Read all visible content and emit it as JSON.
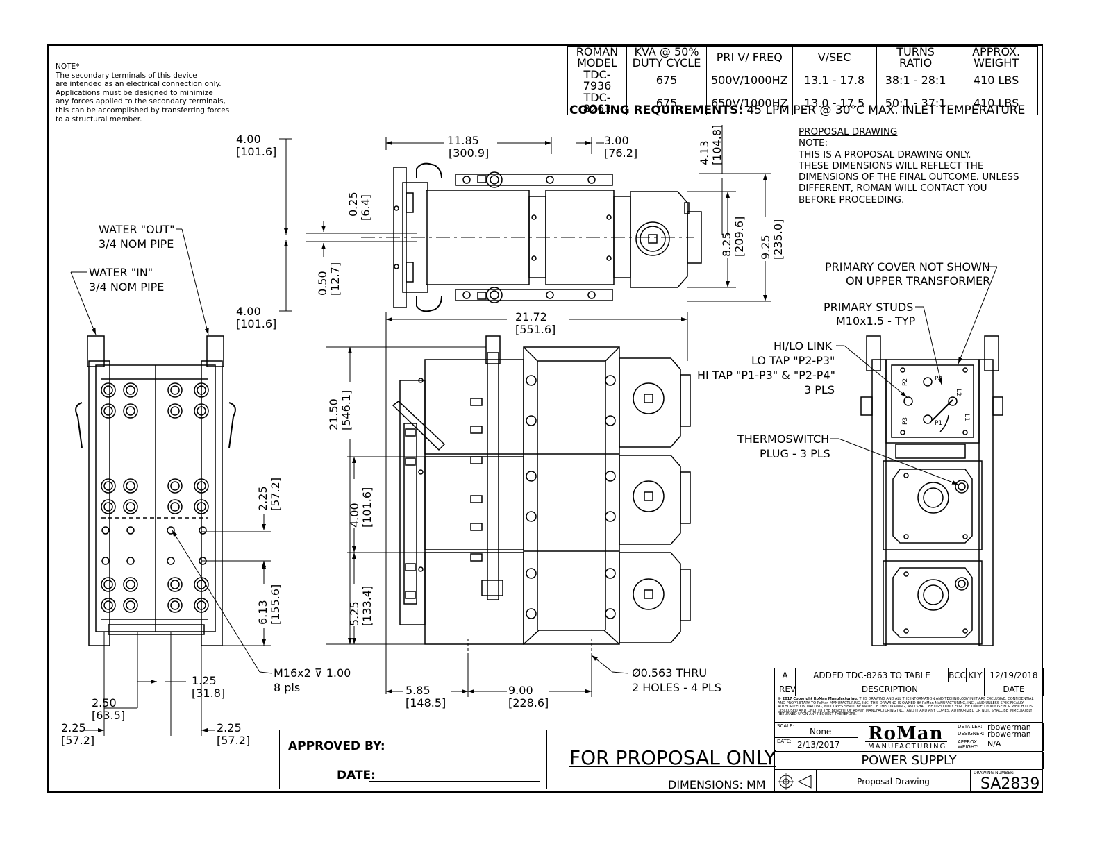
{
  "note": {
    "title": "NOTE*",
    "lines": [
      "The secondary terminals of this device",
      "are intended as an electrical connection only.",
      "Applications must be designed to minimize",
      "any forces applied to the secondary terminals,",
      "this can be accomplished by transferring forces",
      "to a structural member."
    ]
  },
  "spec_table": {
    "headers": [
      [
        "ROMAN",
        "MODEL"
      ],
      [
        "KVA @ 50%",
        "DUTY CYCLE"
      ],
      [
        "PRI V/ FREQ",
        ""
      ],
      [
        "V/SEC",
        ""
      ],
      [
        "TURNS",
        "RATIO"
      ],
      [
        "APPROX.",
        "WEIGHT"
      ]
    ],
    "rows": [
      [
        "TDC-7936",
        "675",
        "500V/1000HZ",
        "13.1 - 17.8",
        "38:1 - 28:1",
        "410 LBS"
      ],
      [
        "TDC-8263",
        "675",
        "650V/1000HZ",
        "13.0 - 17.5",
        "50:1 - 37:1",
        "410 LBS"
      ]
    ]
  },
  "cooling": {
    "label": "COOLING REQUIREMENTS:",
    "text": " 45 LPM PER @ 30°C MAX. INLET TEMPERATURE"
  },
  "proposal_note": {
    "title": "PROPOSAL DRAWING",
    "lines": [
      "NOTE:",
      "THIS IS A PROPOSAL DRAWING ONLY.",
      "THESE DIMENSIONS WILL REFLECT THE",
      "DIMENSIONS OF THE FINAL OUTCOME. UNLESS",
      "DIFFERENT, ROMAN WILL CONTACT YOU",
      "BEFORE PROCEEDING."
    ]
  },
  "dimensions": {
    "top_4_00_a": [
      "4.00",
      "[101.6]"
    ],
    "top_4_00_b": [
      "4.00",
      "[101.6]"
    ],
    "top_11_85": [
      "11.85",
      "[300.9]"
    ],
    "top_3_00": [
      "3.00",
      "[76.2]"
    ],
    "top_4_13": [
      "4.13",
      "[104.8]"
    ],
    "top_0_25": [
      "0.25",
      "[6.4]"
    ],
    "top_0_50": [
      "0.50",
      "[12.7]"
    ],
    "top_8_25": [
      "8.25",
      "[209.6]"
    ],
    "top_9_25": [
      "9.25",
      "[235.0]"
    ],
    "front_21_72": [
      "21.72",
      "[551.6]"
    ],
    "front_21_50": [
      "21.50",
      "[546.1]"
    ],
    "front_4_00": [
      "4.00",
      "[101.6]"
    ],
    "front_5_25": [
      "5.25",
      "[133.4]"
    ],
    "front_5_85": [
      "5.85",
      "[148.5]"
    ],
    "front_9_00": [
      "9.00",
      "[228.6]"
    ],
    "left_2_25_v": [
      "2.25",
      "[57.2]"
    ],
    "left_6_13": [
      "6.13",
      "[155.6]"
    ],
    "left_1_25": [
      "1.25",
      "[31.8]"
    ],
    "left_2_50": [
      "2.50",
      "[63.5]"
    ],
    "left_2_25_a": [
      "2.25",
      "[57.2]"
    ],
    "left_2_25_b": [
      "2.25",
      "[57.2]"
    ]
  },
  "callouts": {
    "water_out": [
      "WATER \"OUT\"",
      "3/4 NOM PIPE"
    ],
    "water_in": [
      "WATER \"IN\"",
      "3/4 NOM PIPE"
    ],
    "m16": [
      "M16x2 ⊽ 1.00",
      "8 pls"
    ],
    "thru": [
      "Ø0.563 THRU",
      "2 HOLES - 4 PLS"
    ],
    "primary_cover": [
      "PRIMARY COVER NOT SHOWN",
      "ON UPPER TRANSFORMER"
    ],
    "primary_studs": [
      "PRIMARY STUDS",
      "M10x1.5 - TYP"
    ],
    "hilo": [
      "HI/LO LINK",
      "LO TAP \"P2-P3\"",
      "HI TAP \"P1-P3\" & \"P2-P4\"",
      "3 PLS"
    ],
    "thermo": [
      "THERMOSWITCH",
      "PLUG - 3 PLS"
    ]
  },
  "terminal_labels": [
    "P2",
    "P4",
    "P3",
    "P1",
    "L2",
    "L1"
  ],
  "approval": {
    "approved_by": "APPROVED BY:",
    "date": "DATE:"
  },
  "for_proposal": "FOR PROPOSAL ONLY",
  "dimensions_unit": "DIMENSIONS: MM",
  "title_block": {
    "rev_letter": "A",
    "rev_desc": "ADDED TDC-8263 TO TABLE",
    "rev_by1": "BCC",
    "rev_by2": "KLY",
    "rev_date": "12/19/2018",
    "rev_header": "REV",
    "desc_header": "DESCRIPTION",
    "date_header": "DATE",
    "copyright_bold": "© 2017 Copyright RoMan Manufacturing.",
    "copyright": " THIS DRAWING AND ALL THE INFORMATION AND TECHNOLOGY IN IT ARE EXCLUSIVE, CONFIDENTIAL AND PROPRIETARY TO RoMan MANUFACTURING, INC. THIS DRAWING IS OWNED BY RoMan MANUFACTURING, INC., AND UNLESS SPECIFICALLY AUTHORIZED IN WRITING, NO COPIES SHALL BE MADE OF THIS DRAWING, AND SHALL BE USED ONLY FOR THE LIMITED PURPOSE FOR WHICH IT IS DISCLOSED AND ONLY TO THE BENEFIT OF RoMan MANUFACTURING INC., AND IT AND ANY COPIES, AUTHORIZED OR NOT, SHALL BE IMMEDIATELY RETURNED UPON ANY REQUEST THEREFORE.",
    "scale_label": "SCALE:",
    "scale_value": "None",
    "date_label": "DATE:",
    "date_value": "2/13/2017",
    "logo": "RoMan",
    "logo_sub": "MANUFACTURING",
    "detailer_label": "DETAILER:",
    "detailer": "rbowerman",
    "designer_label": "DESIGNER:",
    "designer": "rbowerman",
    "weight_label": "APPROX WEIGHT:",
    "weight": "N/A",
    "title": "POWER SUPPLY",
    "subtitle": "Proposal Drawing",
    "drawing_number_label": "DRAWING NUMBER:",
    "drawing_number": "SA2839"
  }
}
